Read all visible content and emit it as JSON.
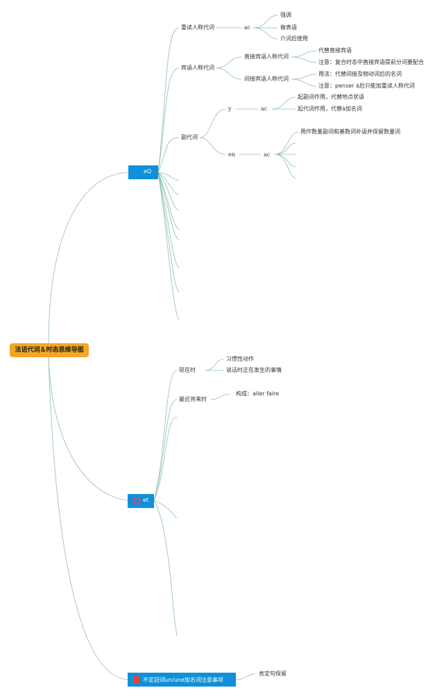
{
  "root": {
    "label": "法语代词＆时态思维导图"
  },
  "branch_pronouns": {
    "label": "eQ",
    "children": {
      "stressed": {
        "label": "重读人称代词",
        "mid": "ac",
        "leaves": [
          "强调",
          "做表语",
          "介词后使用"
        ]
      },
      "object": {
        "label": "宾语人称代词",
        "direct": {
          "label": "直接宾语人称代词",
          "leaves": [
            "代替直接宾语",
            "注意：复合时态中直接宾语提前分词要配合"
          ]
        },
        "indirect": {
          "label": "间接宾语人称代词",
          "leaves": [
            "用法：代替间接及物动词后的名词",
            "注意：penser à后只能加重读人称代词"
          ]
        }
      },
      "adverbial": {
        "label": "副代词",
        "y": {
          "label": "y",
          "mid": "ac",
          "leaves": [
            "起副词作用，代替地点状语",
            "起代词作用，代替à加名词"
          ]
        },
        "en": {
          "label": "en",
          "mid": "ac",
          "leaves": [
            "用作数量副词和基数词补语并保留数量词"
          ]
        }
      }
    }
  },
  "branch_tenses": {
    "label": "et",
    "children": {
      "present": {
        "label": "现在时",
        "leaves": [
          "习惯性动作",
          "说话时正在发生的事情"
        ]
      },
      "near_future": {
        "label": "最近将来时",
        "leaves": [
          "构成：aller faire"
        ]
      }
    }
  },
  "branch_articles": {
    "label": "不定冠词un/une加名词注意事项",
    "leaves": [
      "肯定句保留"
    ]
  },
  "colors": {
    "root": "#f5a623",
    "hub": "#1090d8",
    "line": "#8cbfa9"
  },
  "icons": {
    "tense_hub": "flower-icon",
    "article_hub": "fire-icon"
  }
}
